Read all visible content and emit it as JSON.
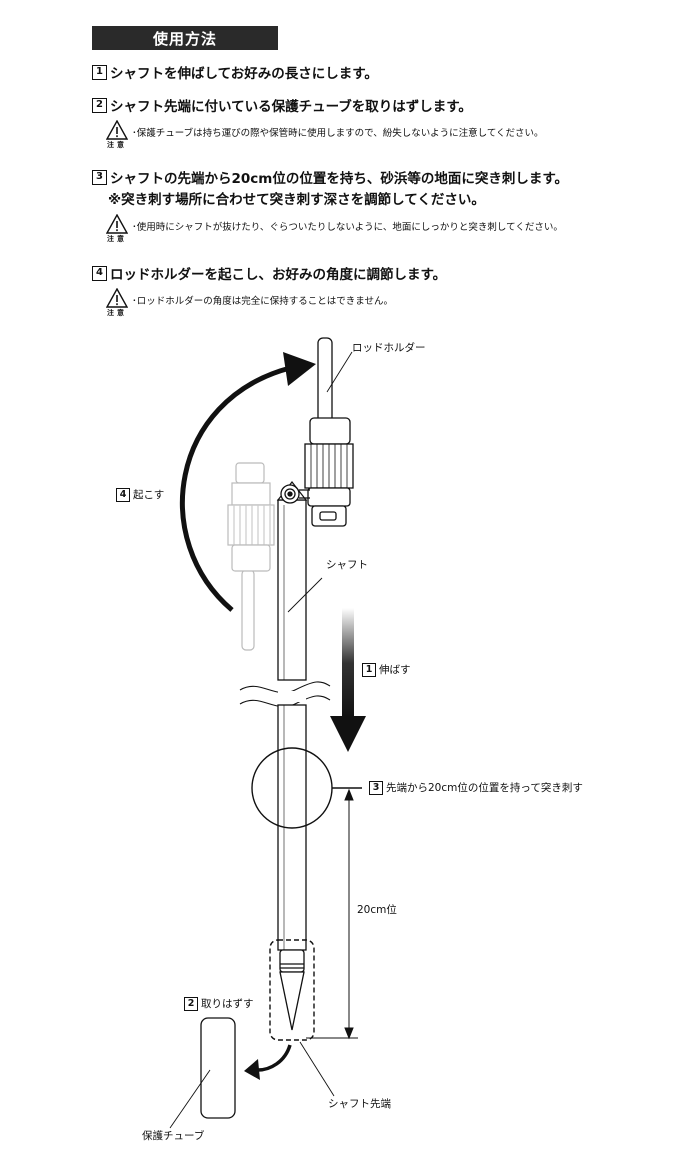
{
  "header": {
    "title": "使用方法"
  },
  "steps": [
    {
      "num": "1",
      "text": "シャフトを伸ばしてお好みの長さにします。"
    },
    {
      "num": "2",
      "text": "シャフト先端に付いている保護チューブを取りはずします。"
    },
    {
      "num": "3",
      "text": "シャフトの先端から20cm位の位置を持ち、砂浜等の地面に突き刺します。",
      "sub": "※突き刺す場所に合わせて突き刺す深さを調節してください。"
    },
    {
      "num": "4",
      "text": "ロッドホルダーを起こし、お好みの角度に調節します。"
    }
  ],
  "cautions": [
    {
      "label": "注意",
      "text": "･保護チューブは持ち運びの際や保管時に使用しますので、紛失しないように注意してください。"
    },
    {
      "label": "注意",
      "text": "･使用時にシャフトが抜けたり、ぐらついたりしないように、地面にしっかりと突き刺してください。"
    },
    {
      "label": "注意",
      "text": "･ロッドホルダーの角度は完全に保持することはできません。"
    }
  ],
  "diagram": {
    "rod_holder": "ロッドホルダー",
    "raise": {
      "num": "4",
      "text": "起こす"
    },
    "shaft": "シャフト",
    "extend": {
      "num": "1",
      "text": "伸ばす"
    },
    "hold": {
      "num": "3",
      "text": "先端から20cm位の位置を持って突き刺す"
    },
    "length": "20cm位",
    "remove": {
      "num": "2",
      "text": "取りはずす"
    },
    "shaft_tip": "シャフト先端",
    "tube": "保護チューブ"
  },
  "icons": [
    "warning-triangle-icon",
    "curved-arrow-icon",
    "down-arrow-icon",
    "curved-small-arrow-icon"
  ]
}
